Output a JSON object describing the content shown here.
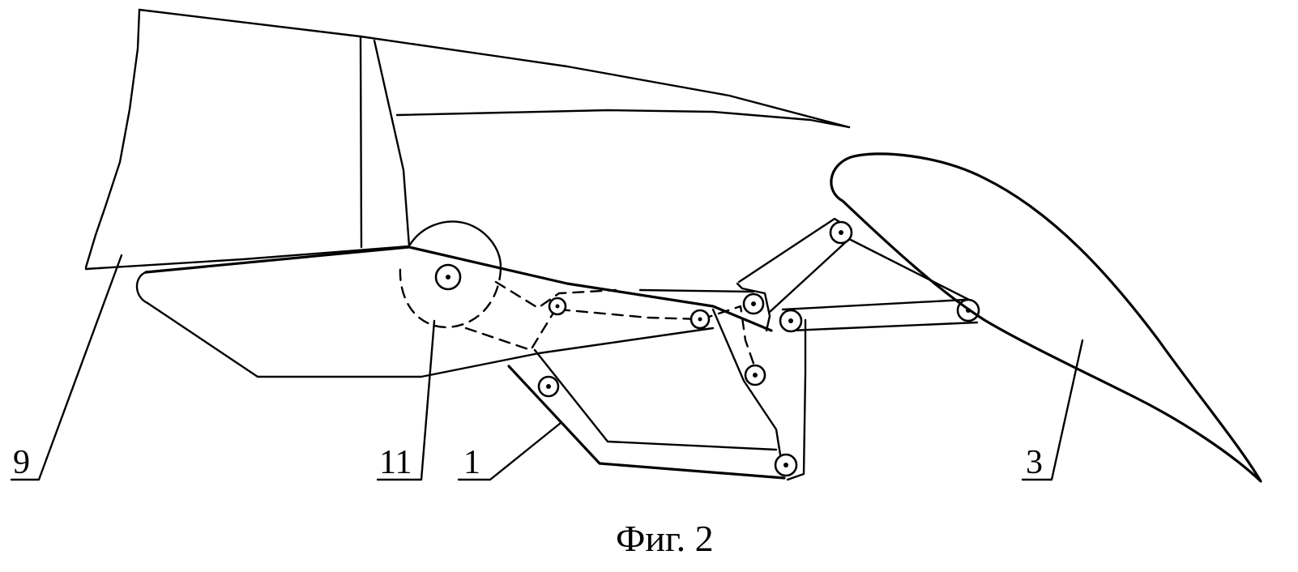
{
  "figure": {
    "caption": "Фиг. 2",
    "labels": {
      "body_9": "9",
      "hinge_11": "11",
      "linkage_1": "1",
      "flap_3": "3"
    }
  }
}
